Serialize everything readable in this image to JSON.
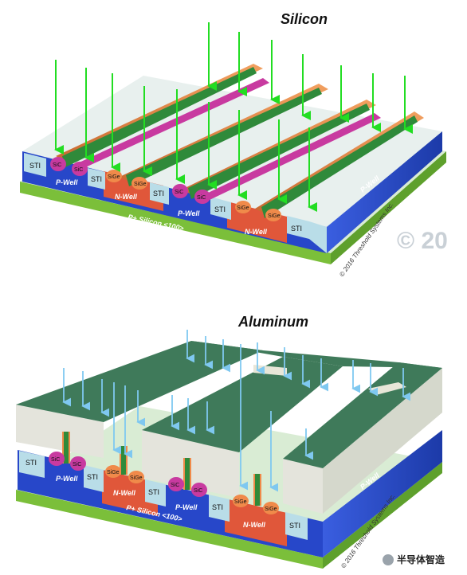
{
  "silicon": {
    "title": "Silicon",
    "labels": {
      "sti": "STI",
      "sic": "SiC",
      "sige": "SiGe",
      "pwell": "P-Well",
      "nwell": "N-Well",
      "substrate": "P+ Silicon <100>"
    },
    "copyright": "© 2016 Threshold Systems Inc.",
    "watermark": "© 20",
    "arrow_color": "#22dd22"
  },
  "aluminum": {
    "title": "Aluminum",
    "labels": {
      "sti": "STI",
      "sic": "SiC",
      "sige": "SiGe",
      "pwell": "P-Well",
      "nwell": "N-Well",
      "substrate": "P+ Silicon <100>"
    },
    "copyright": "© 2016 Threshold Systems Inc.",
    "arrow_color": "#7fc8f0"
  },
  "brand": {
    "text": "半导体智造",
    "icon": "wechat-icon"
  },
  "colors": {
    "pwell": "#2747c9",
    "nwell": "#e0573a",
    "sti": "#b9dde8",
    "sic": "#c83aa0",
    "sige": "#f08a4a",
    "gate_green": "#2f8a3a",
    "substrate": "#7bbf3a",
    "al_top": "#3f7a5a",
    "al_side": "#e4e4dc"
  }
}
